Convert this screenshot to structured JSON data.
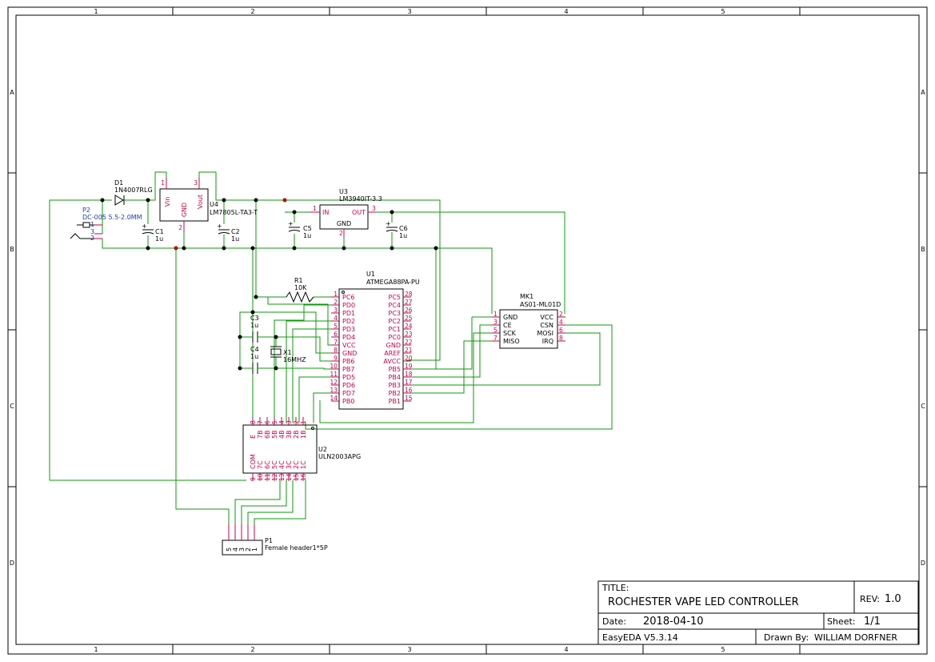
{
  "grid": {
    "columns": [
      "1",
      "2",
      "3",
      "4",
      "5"
    ],
    "rows": [
      "A",
      "B",
      "C",
      "D"
    ]
  },
  "title_block": {
    "title_label": "TITLE:",
    "title": "ROCHESTER VAPE LED CONTROLLER",
    "rev_label": "REV:",
    "rev": "1.0",
    "date_label": "Date:",
    "date": "2018-04-10",
    "sheet_label": "Sheet:",
    "sheet": "1/1",
    "tool": "EasyEDA V5.3.14",
    "drawn_by_label": "Drawn By:",
    "drawn_by": "WILLIAM DORFNER"
  },
  "components": {
    "d1": {
      "ref": "D1",
      "value": "1N4007RLG"
    },
    "p2": {
      "ref": "P2",
      "value": "DC-005 5.5-2.0MM",
      "pins": [
        "1",
        "3",
        "2"
      ]
    },
    "c1": {
      "ref": "C1",
      "value": "1u"
    },
    "c2": {
      "ref": "C2",
      "value": "1u"
    },
    "u4": {
      "ref": "U4",
      "value": "LM7805L-TA3-T",
      "pin_vin": "Vin",
      "pin_gnd": "GND",
      "pin_vout": "Vout",
      "pin_nums": [
        "1",
        "2",
        "3"
      ]
    },
    "u3": {
      "ref": "U3",
      "value": "LM3940IT-3.3",
      "pin_in": "IN",
      "pin_out": "OUT",
      "pin_gnd": "GND",
      "pin_nums": [
        "1",
        "2",
        "3"
      ]
    },
    "c5": {
      "ref": "C5",
      "value": "1u"
    },
    "c6": {
      "ref": "C6",
      "value": "1u"
    },
    "r1": {
      "ref": "R1",
      "value": "10K"
    },
    "c3": {
      "ref": "C3",
      "value": "1u"
    },
    "c4": {
      "ref": "C4",
      "value": "1u"
    },
    "x1": {
      "ref": "X1",
      "value": "16MHZ"
    },
    "u1": {
      "ref": "U1",
      "value": "ATMEGA88PA-PU",
      "left_names": [
        "PC6",
        "PD0",
        "PD1",
        "PD2",
        "PD3",
        "PD4",
        "VCC",
        "GND",
        "PB6",
        "PB7",
        "PD5",
        "PD6",
        "PD7",
        "PB0"
      ],
      "left_nums": [
        "1",
        "2",
        "3",
        "4",
        "5",
        "6",
        "7",
        "8",
        "9",
        "10",
        "11",
        "12",
        "13",
        "14"
      ],
      "right_names": [
        "PC5",
        "PC4",
        "PC3",
        "PC2",
        "PC1",
        "PC0",
        "GND",
        "AREF",
        "AVCC",
        "PB5",
        "PB4",
        "PB3",
        "PB2",
        "PB1"
      ],
      "right_nums": [
        "28",
        "27",
        "26",
        "25",
        "24",
        "23",
        "22",
        "21",
        "20",
        "19",
        "18",
        "17",
        "16",
        "15"
      ]
    },
    "mk1": {
      "ref": "MK1",
      "value": "AS01-ML01D",
      "left_names": [
        "GND",
        "CE",
        "SCK",
        "MISO"
      ],
      "left_nums": [
        "1",
        "3",
        "5",
        "7"
      ],
      "right_names": [
        "VCC",
        "CSN",
        "MOSI",
        "IRQ"
      ],
      "right_nums": [
        "2",
        "4",
        "6",
        "8"
      ]
    },
    "u2": {
      "ref": "U2",
      "value": "ULN2003APG",
      "top_names": [
        "E",
        "7B",
        "6B",
        "5B",
        "4B",
        "3B",
        "2B",
        "1B"
      ],
      "top_nums": [
        "8",
        "7",
        "6",
        "5",
        "4",
        "3",
        "2",
        "1"
      ],
      "bottom_names": [
        "COM",
        "7C",
        "6C",
        "5C",
        "4C",
        "3C",
        "2C",
        "1C"
      ],
      "bottom_nums": [
        "9",
        "10",
        "11",
        "12",
        "13",
        "14",
        "15",
        "16"
      ]
    },
    "p1": {
      "ref": "P1",
      "value": "Female header1*5P",
      "pins": [
        "5",
        "4",
        "3",
        "2",
        "1"
      ]
    }
  }
}
